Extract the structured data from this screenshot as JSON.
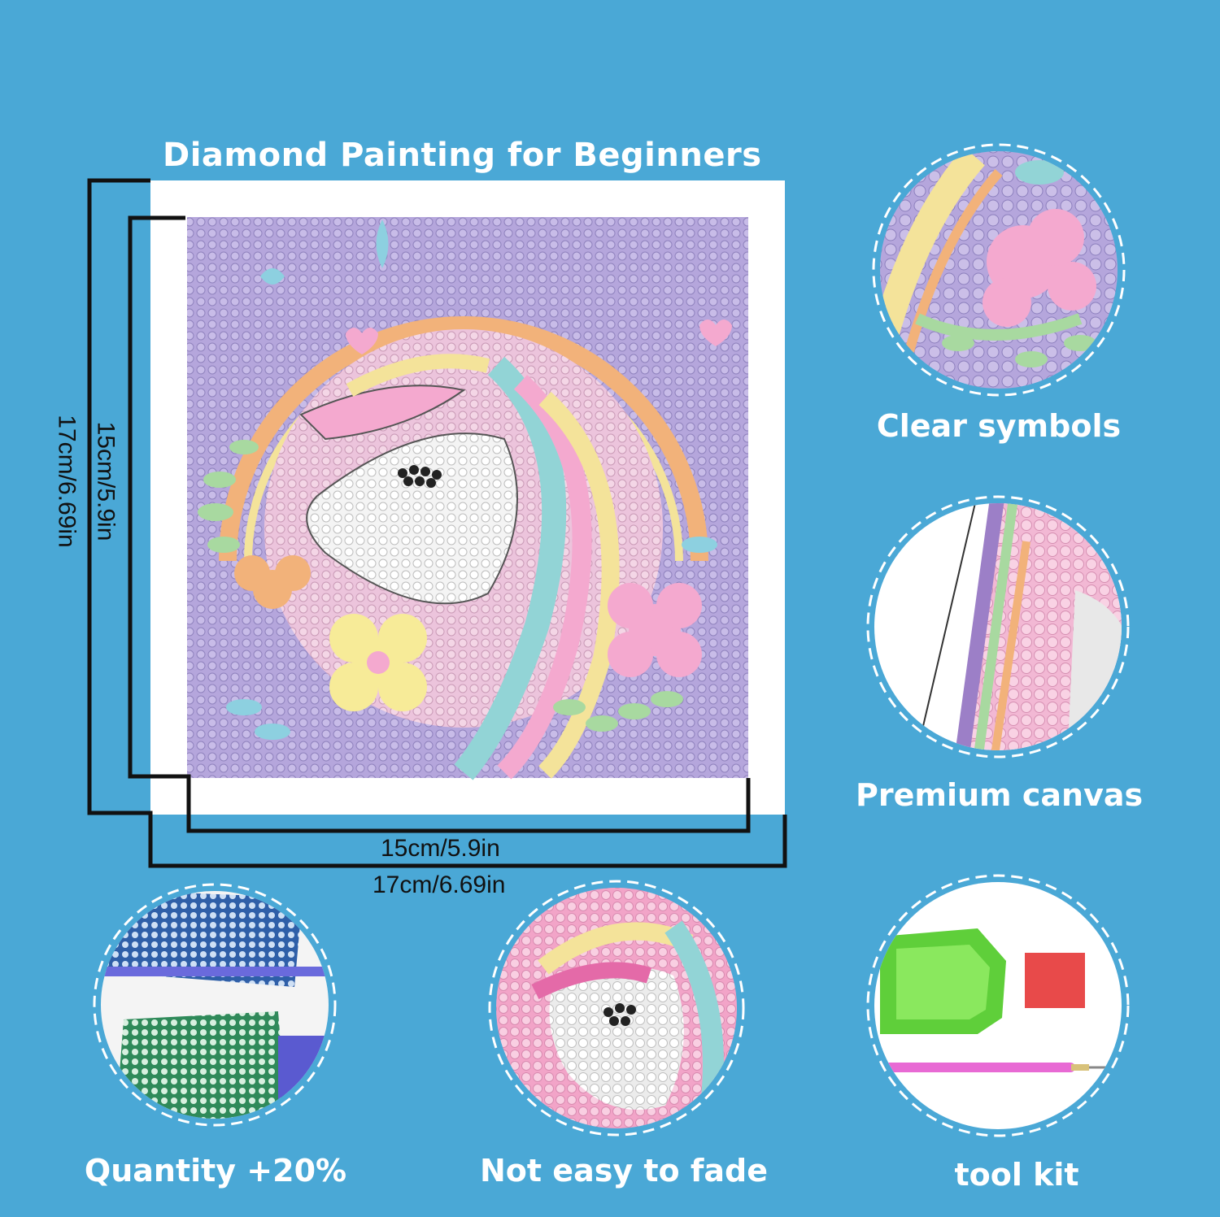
{
  "title": "Diamond Painting for Beginners",
  "dimensions": {
    "inner_width": "15cm/5.9in",
    "outer_width": "17cm/6.69in",
    "inner_height": "15cm/5.9in",
    "outer_height": "17cm/6.69in"
  },
  "features": [
    {
      "label": "Clear symbols",
      "icon": "symbols-closeup-icon"
    },
    {
      "label": "Premium canvas",
      "icon": "canvas-closeup-icon"
    },
    {
      "label": "Quantity +20%",
      "icon": "diamond-bags-icon"
    },
    {
      "label": "Not easy to fade",
      "icon": "unicorn-closeup-icon"
    },
    {
      "label": "tool kit",
      "icon": "tool-kit-icon"
    }
  ],
  "colors": {
    "background": "#4aa8d6",
    "canvas_purple": "#b5a6dc",
    "white": "#ffffff",
    "dashed_ring": "#ffffff"
  }
}
